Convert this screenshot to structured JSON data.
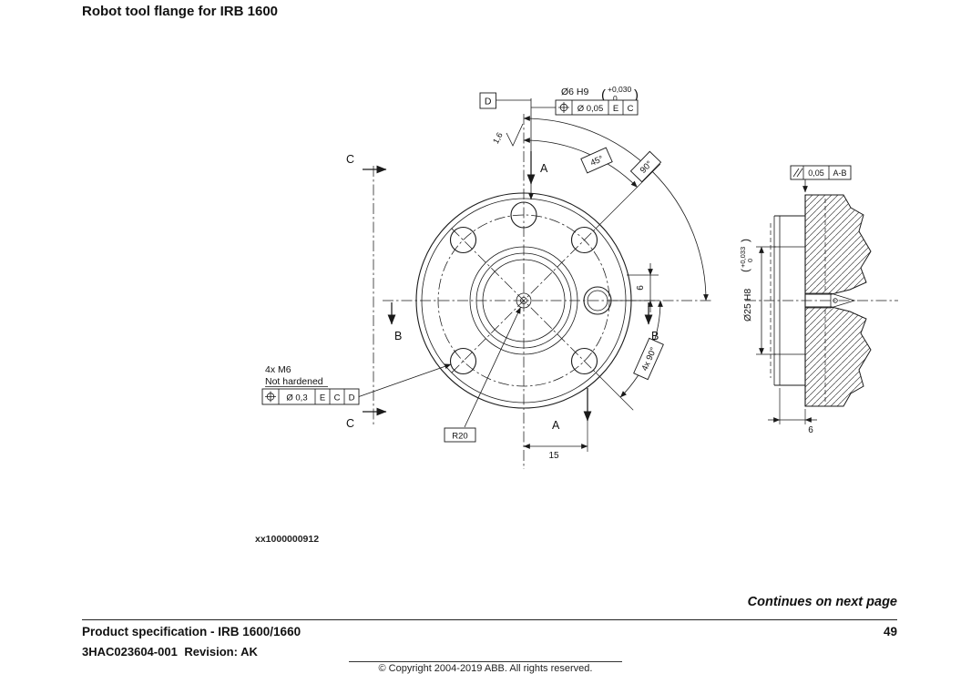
{
  "page": {
    "title": "Robot tool flange for IRB 1600",
    "caption": "xx1000000912",
    "continues": "Continues on next page",
    "footer_left": "Product specification - IRB 1600/1660",
    "footer_page": "49",
    "footer_doc": "3HAC023604-001",
    "footer_revision": "Revision: AK",
    "copyright": "© Copyright 2004-2019 ABB. All rights reserved."
  },
  "drawing": {
    "paren_l": "(",
    "paren_r": ")",
    "datum_d": "D",
    "top_hole": {
      "spec": "Ø6 H9",
      "tol_plus": "+0,030",
      "tol_zero": "0"
    },
    "fcf_top": {
      "tol": "Ø 0,05",
      "d1": "E",
      "d2": "C"
    },
    "roughness": "1,6",
    "angles": {
      "a45": "45°",
      "a90": "90°",
      "a4x90": "4x 90°"
    },
    "sections": {
      "a": "A",
      "b": "B",
      "c": "C"
    },
    "m6": {
      "line1": "4x M6",
      "line2": "Not hardened"
    },
    "fcf_m6": {
      "tol": "Ø 0,3",
      "d1": "E",
      "d2": "C",
      "d3": "D"
    },
    "r20": "R20",
    "dim15": "15",
    "dim6": "6",
    "side": {
      "bore": "Ø25 H8",
      "tol_plus": "+0,033",
      "tol_zero": "0",
      "dim6": "6",
      "fcf": {
        "tol": "0,05",
        "datum": "A-B"
      }
    },
    "icons": {
      "fcf_top_sym": "position-tolerance-icon",
      "fcf_m6_sym": "position-tolerance-icon",
      "fcf_side_sym": "parallelism-icon",
      "roughness_sym": "surface-roughness-icon"
    }
  }
}
